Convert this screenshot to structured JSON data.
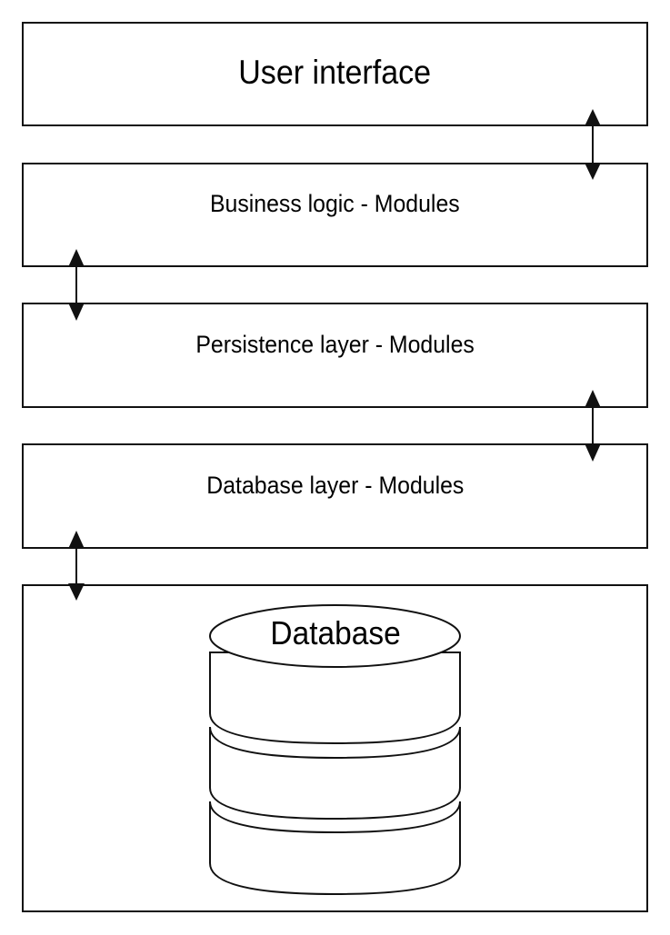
{
  "diagram": {
    "type": "layered-architecture",
    "layers": [
      {
        "id": "ui",
        "label": "User interface"
      },
      {
        "id": "business",
        "label": "Business logic - Modules"
      },
      {
        "id": "persistence",
        "label": "Persistence layer - Modules"
      },
      {
        "id": "dblayer",
        "label": "Database layer - Modules"
      },
      {
        "id": "database",
        "label": "Database"
      }
    ],
    "connections": [
      {
        "from": "User interface",
        "to": "Business logic - Modules",
        "direction": "bidirectional",
        "side": "right"
      },
      {
        "from": "Business logic - Modules",
        "to": "Persistence layer - Modules",
        "direction": "bidirectional",
        "side": "left"
      },
      {
        "from": "Persistence layer - Modules",
        "to": "Database layer - Modules",
        "direction": "bidirectional",
        "side": "right"
      },
      {
        "from": "Database layer - Modules",
        "to": "Database",
        "direction": "bidirectional",
        "side": "left"
      }
    ],
    "database_icon": {
      "icon": "database-cylinder-icon",
      "label": "Database",
      "segments": 3
    },
    "colors": {
      "stroke": "#111111",
      "background": "#ffffff",
      "text": "#000000"
    }
  }
}
